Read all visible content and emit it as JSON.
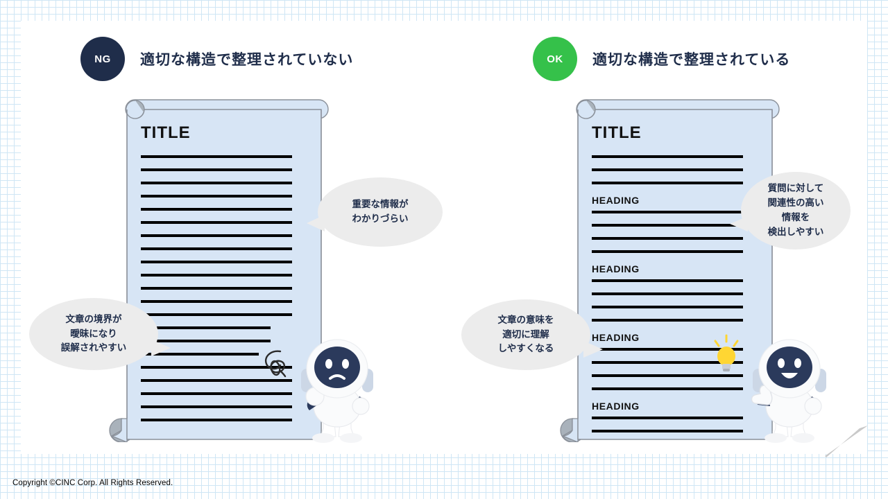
{
  "slide": {
    "background_grid_color": "#cfe6f5",
    "card_color": "#ffffff"
  },
  "panels": [
    {
      "id": "ng",
      "badge_label": "NG",
      "badge_color": "#1f2d4a",
      "title": "適切な構造で整理されていない",
      "document": {
        "title": "TITLE",
        "blocks": [
          {
            "type": "line"
          },
          {
            "type": "line"
          },
          {
            "type": "line"
          },
          {
            "type": "line"
          },
          {
            "type": "line"
          },
          {
            "type": "line"
          },
          {
            "type": "line"
          },
          {
            "type": "line"
          },
          {
            "type": "line"
          },
          {
            "type": "line"
          },
          {
            "type": "line"
          },
          {
            "type": "line"
          },
          {
            "type": "line"
          },
          {
            "type": "line"
          },
          {
            "type": "line"
          },
          {
            "type": "line"
          },
          {
            "type": "line"
          },
          {
            "type": "line"
          },
          {
            "type": "line"
          },
          {
            "type": "line"
          },
          {
            "type": "line"
          }
        ]
      },
      "bubbles": [
        {
          "id": "ng1",
          "text": "重要な情報が\nわかりづらい"
        },
        {
          "id": "ng2",
          "text": "文章の境界が\n曖昧になり\n誤解されやすい"
        }
      ],
      "character": {
        "name": "sad-robot",
        "mood": "sad"
      },
      "decoration": {
        "name": "scribble-icon"
      }
    },
    {
      "id": "ok",
      "badge_label": "OK",
      "badge_color": "#35c14a",
      "title": "適切な構造で整理されている",
      "document": {
        "title": "TITLE",
        "blocks": [
          {
            "type": "line"
          },
          {
            "type": "line"
          },
          {
            "type": "line"
          },
          {
            "type": "heading",
            "text": "HEADING"
          },
          {
            "type": "line"
          },
          {
            "type": "line"
          },
          {
            "type": "line"
          },
          {
            "type": "line"
          },
          {
            "type": "heading",
            "text": "HEADING"
          },
          {
            "type": "line"
          },
          {
            "type": "line"
          },
          {
            "type": "line"
          },
          {
            "type": "line"
          },
          {
            "type": "heading",
            "text": "HEADING"
          },
          {
            "type": "line"
          },
          {
            "type": "line"
          },
          {
            "type": "line"
          },
          {
            "type": "line"
          },
          {
            "type": "heading",
            "text": "HEADING"
          },
          {
            "type": "line"
          },
          {
            "type": "line"
          }
        ]
      },
      "bubbles": [
        {
          "id": "ok1",
          "text": "質問に対して\n関連性の高い\n情報を\n検出しやすい"
        },
        {
          "id": "ok2",
          "text": "文章の意味を\n適切に理解\nしやすくなる"
        }
      ],
      "character": {
        "name": "happy-robot",
        "mood": "happy"
      },
      "decoration": {
        "name": "lightbulb-icon"
      }
    }
  ],
  "footer": {
    "copyright": "Copyright ©CINC Corp. All Rights Reserved."
  },
  "colors": {
    "navy": "#1f2d4a",
    "green": "#35c14a",
    "paper": "#d7e5f5",
    "paper_edge": "#8a9099",
    "bubble": "#ececec",
    "bulb_yellow": "#ffd633",
    "line_black": "#000000"
  }
}
